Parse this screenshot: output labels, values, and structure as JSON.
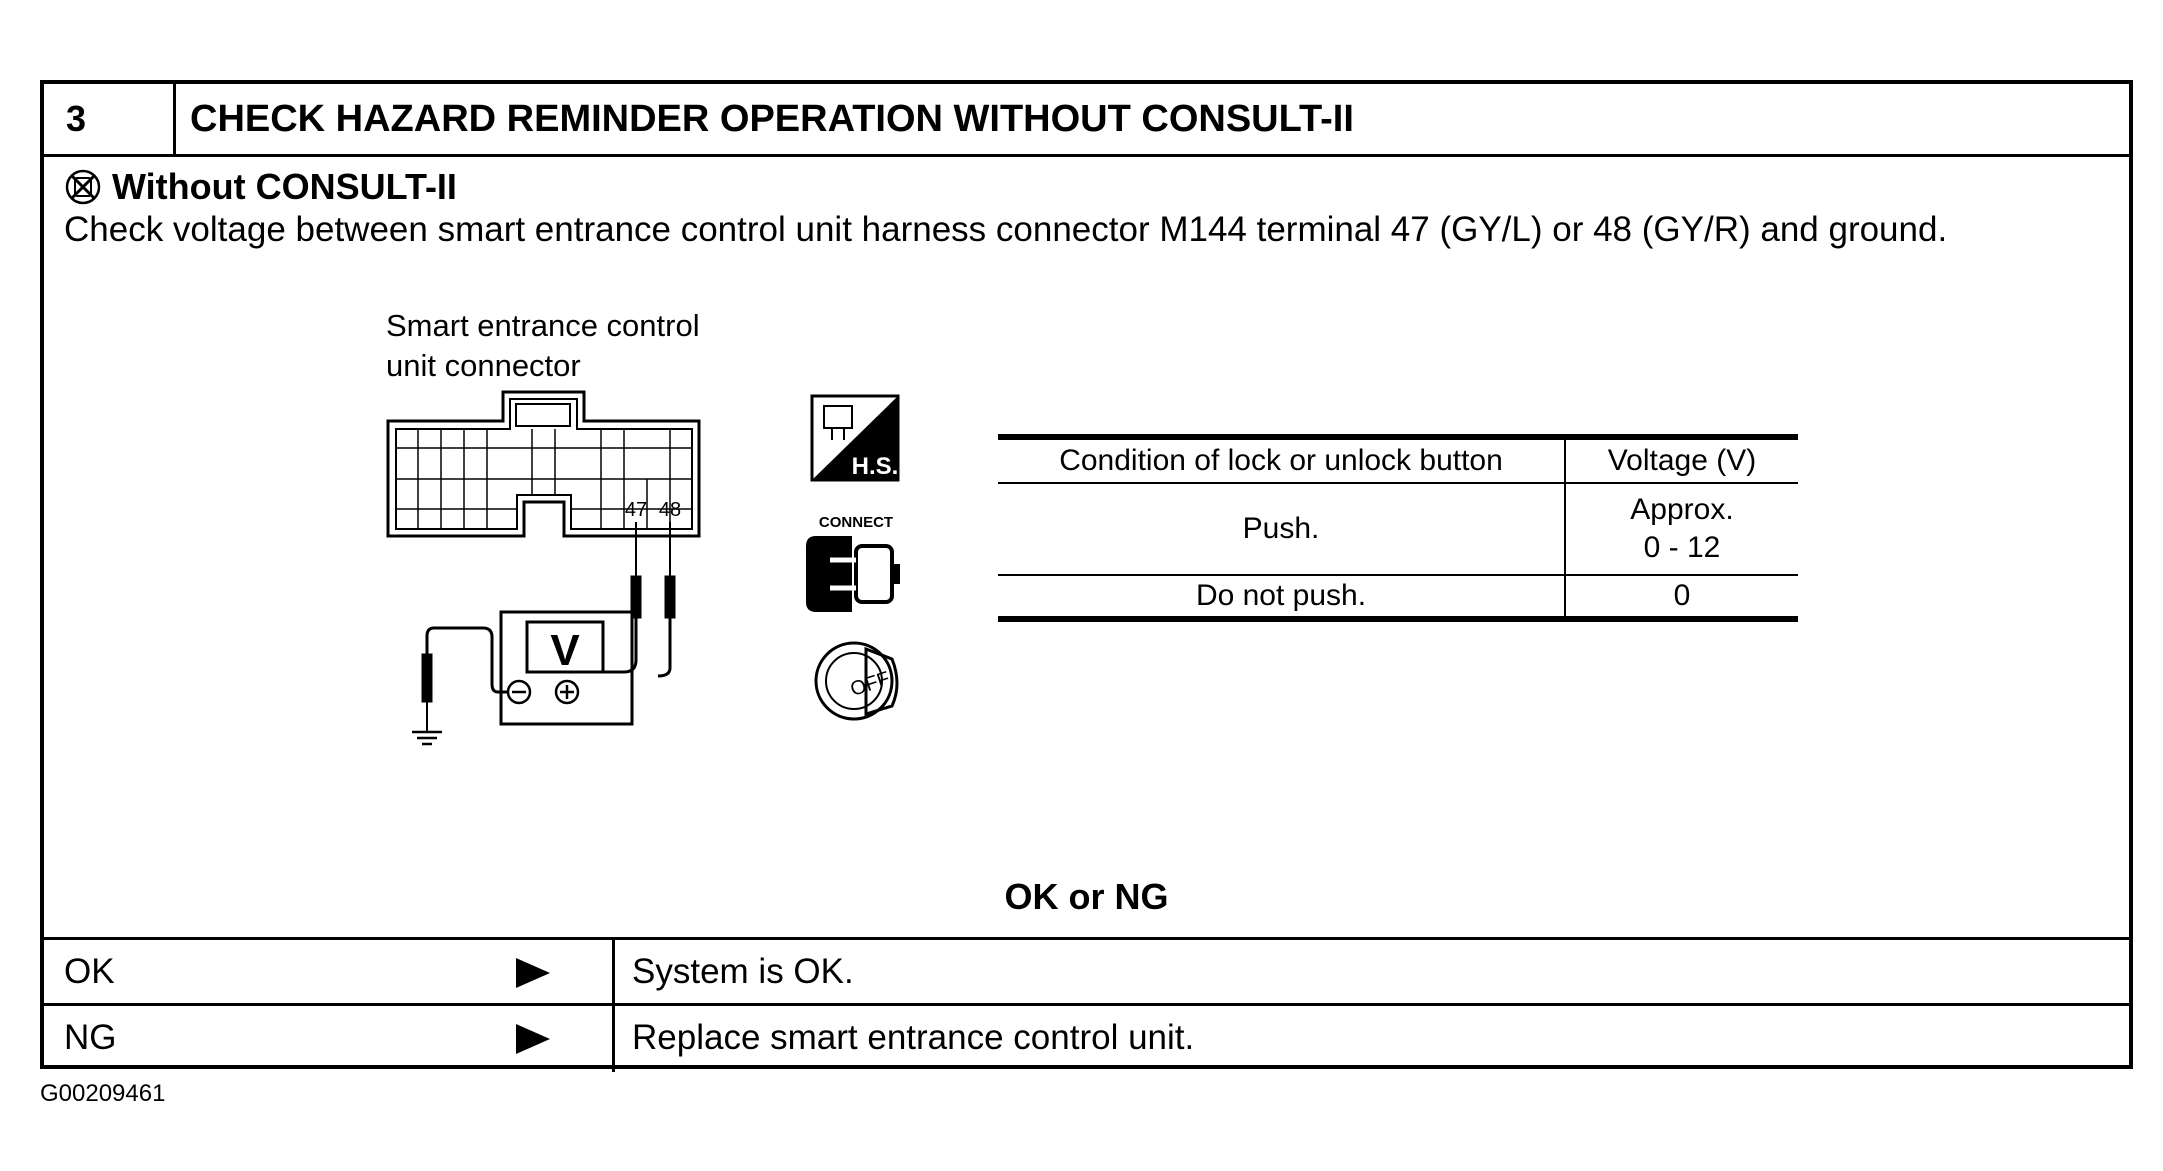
{
  "header": {
    "step_number": "3",
    "title": "CHECK HAZARD REMINDER OPERATION WITHOUT CONSULT-II"
  },
  "subheading": "Without CONSULT-II",
  "description": "Check voltage between smart entrance control unit harness connector M144 terminal 47 (GY/L) or 48 (GY/R) and ground.",
  "diagram": {
    "connector_label_line1": "Smart entrance control",
    "connector_label_line2": "unit connector",
    "terminal_a": "47",
    "terminal_b": "48",
    "meter_symbol": "V",
    "icons": [
      "hs-harness-side-icon",
      "connector-disconnect-icon",
      "ignition-key-off-icon"
    ],
    "icon_texts": {
      "hs": "H.S.",
      "connect": "CONNECT",
      "off": "OFF"
    }
  },
  "voltage_table": {
    "headers": [
      "Condition of lock or unlock button",
      "Voltage (V)"
    ],
    "rows": [
      {
        "condition": "Push.",
        "voltage_line1": "Approx.",
        "voltage_line2": "0 - 12"
      },
      {
        "condition": "Do not push.",
        "voltage": "0"
      }
    ]
  },
  "ok_ng_label": "OK or NG",
  "results": [
    {
      "label": "OK",
      "text": "System is OK."
    },
    {
      "label": "NG",
      "text": "Replace smart entrance control unit."
    }
  ],
  "figure_code": "G00209461"
}
